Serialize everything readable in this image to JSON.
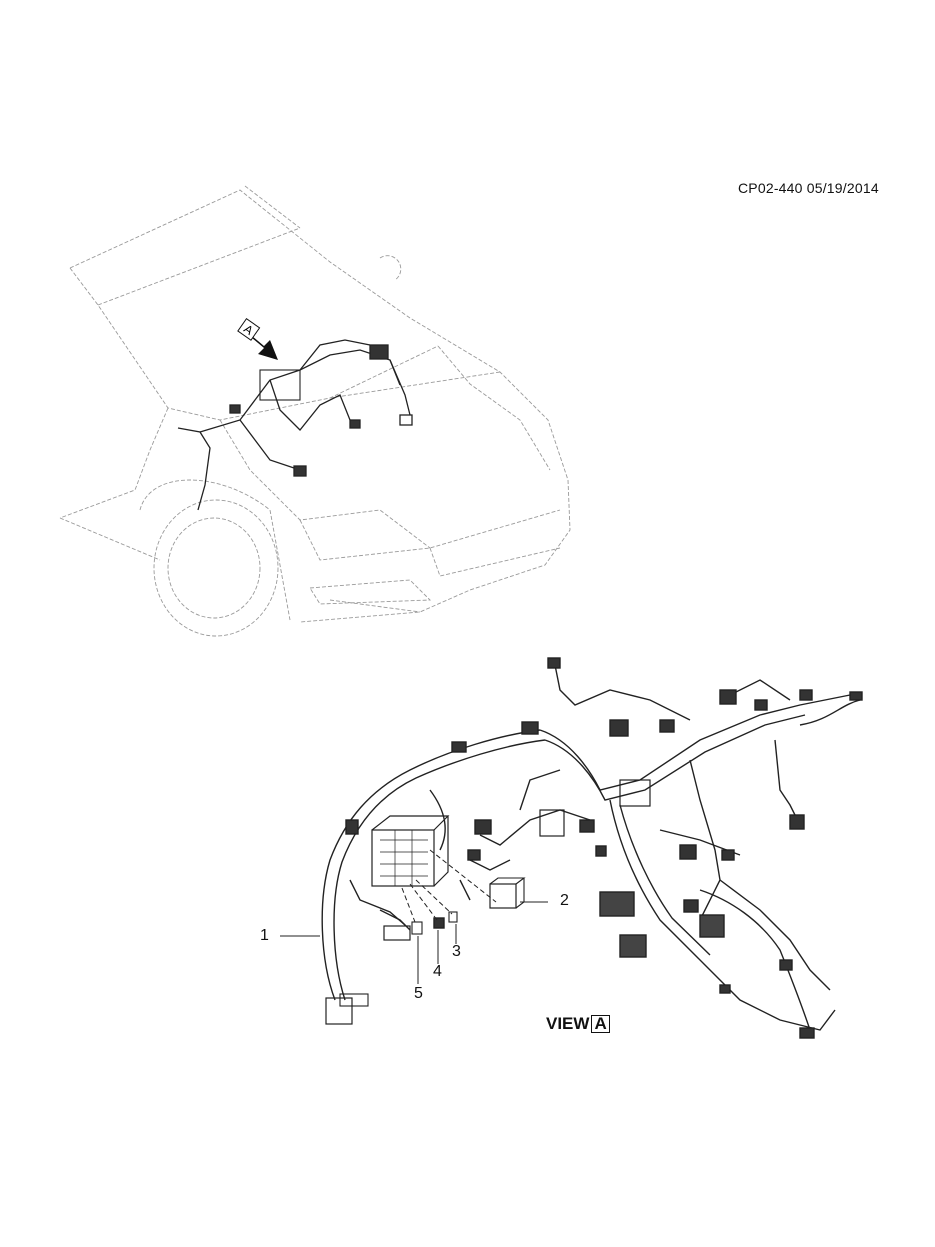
{
  "doc_code": "CP02-440 05/19/2014",
  "marker_letter": "A",
  "view_label": {
    "word": "VIEW",
    "letter": "A"
  },
  "callouts": [
    "1",
    "2",
    "3",
    "4",
    "5"
  ]
}
